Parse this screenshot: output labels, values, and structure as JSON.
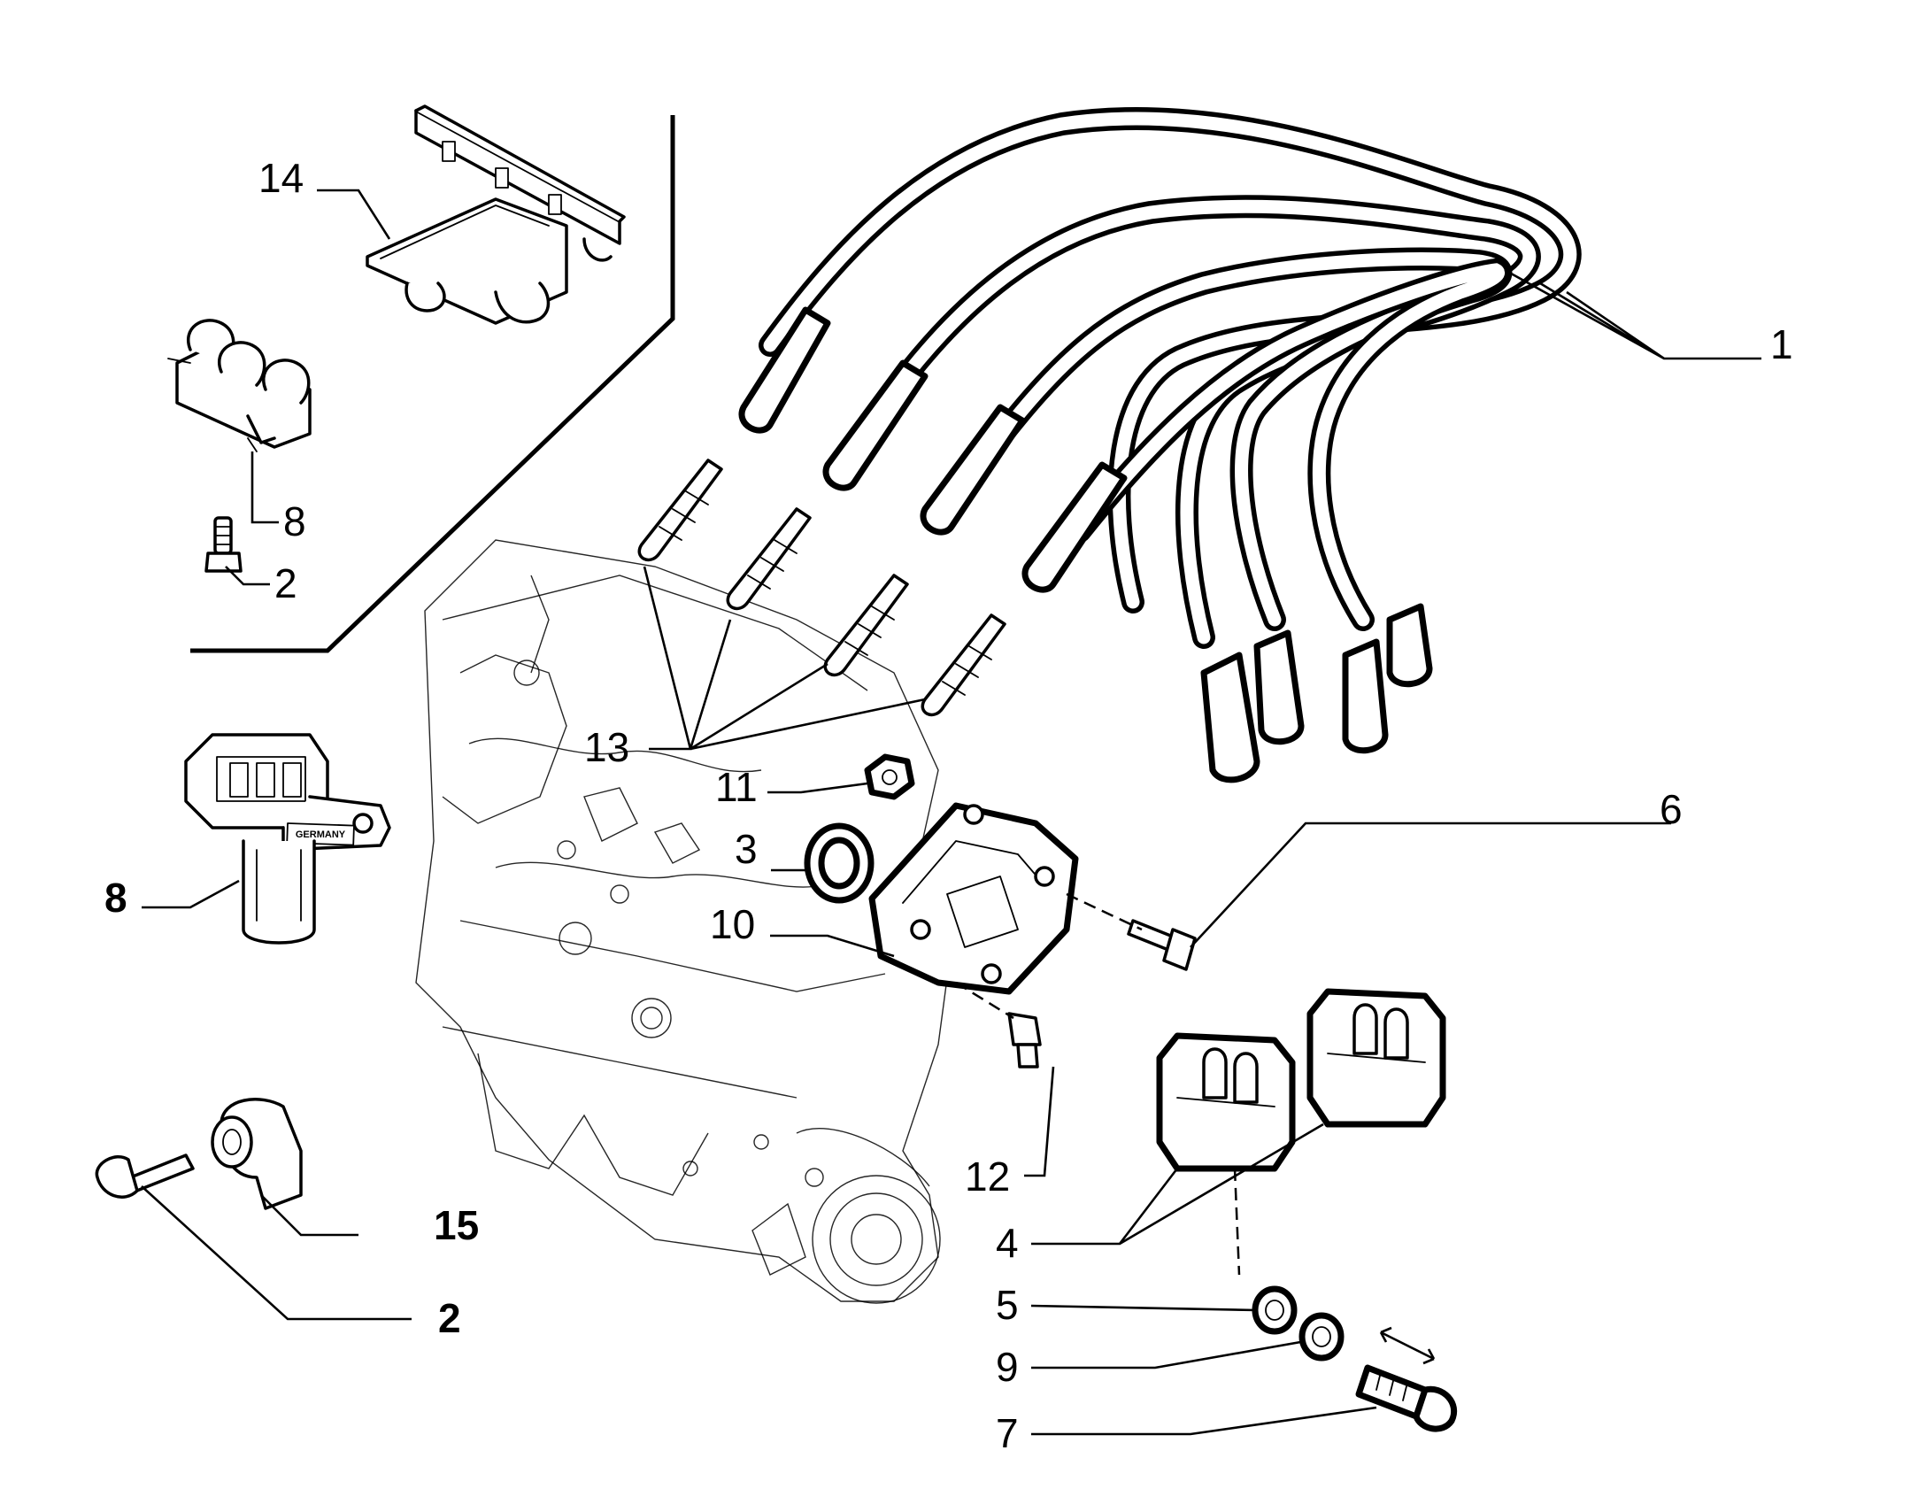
{
  "diagram": {
    "labels": {
      "l1": "1",
      "l2a": "2",
      "l2b": "2",
      "l3": "3",
      "l4": "4",
      "l5": "5",
      "l6": "6",
      "l7": "7",
      "l8a": "8",
      "l8b": "8",
      "l9": "9",
      "l10": "10",
      "l11": "11",
      "l12": "12",
      "l13": "13",
      "l14": "14",
      "l15": "15"
    },
    "sensor_marking": "GERMANY"
  }
}
